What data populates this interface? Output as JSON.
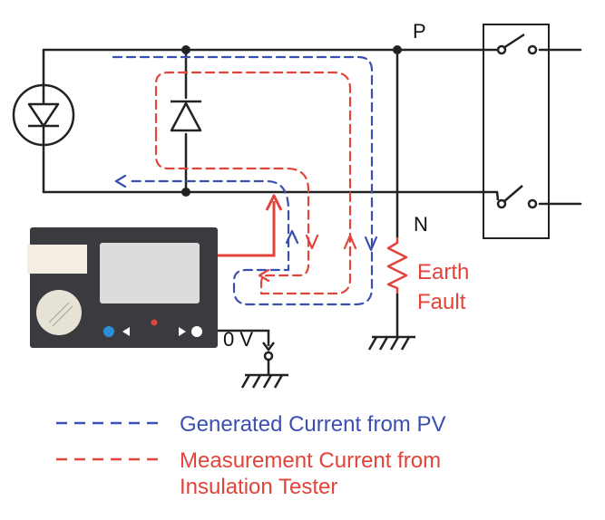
{
  "diagram": {
    "node_p": "P",
    "node_n": "N",
    "earth_fault": {
      "line1": "Earth",
      "line2": "Fault"
    },
    "zero_volt": "0 V",
    "legend": [
      {
        "lines": [
          "Generated Current from PV"
        ],
        "color": "#3a4fb0",
        "style": "dashed"
      },
      {
        "lines": [
          "Measurement Current from",
          "Insulation Tester"
        ],
        "color": "#e0443a",
        "style": "dashed"
      }
    ],
    "colors": {
      "wire": "#222222",
      "generated_current": "#3a4fb0",
      "measurement_current": "#e0443a",
      "tester_body": "#3a3a3f",
      "tester_screen": "#dcdcdc",
      "tester_panel": "#f5efe3",
      "tester_dial": "#e6e2d6",
      "indicator_blue": "#2a8fd6",
      "indicator_red": "#e0443a",
      "indicator_white": "#ffffff"
    },
    "icons": [
      "pv-module-icon",
      "diode-icon",
      "switch-icon",
      "resistor-icon",
      "ground-icon",
      "insulation-tester-icon",
      "probe-icon"
    ]
  }
}
